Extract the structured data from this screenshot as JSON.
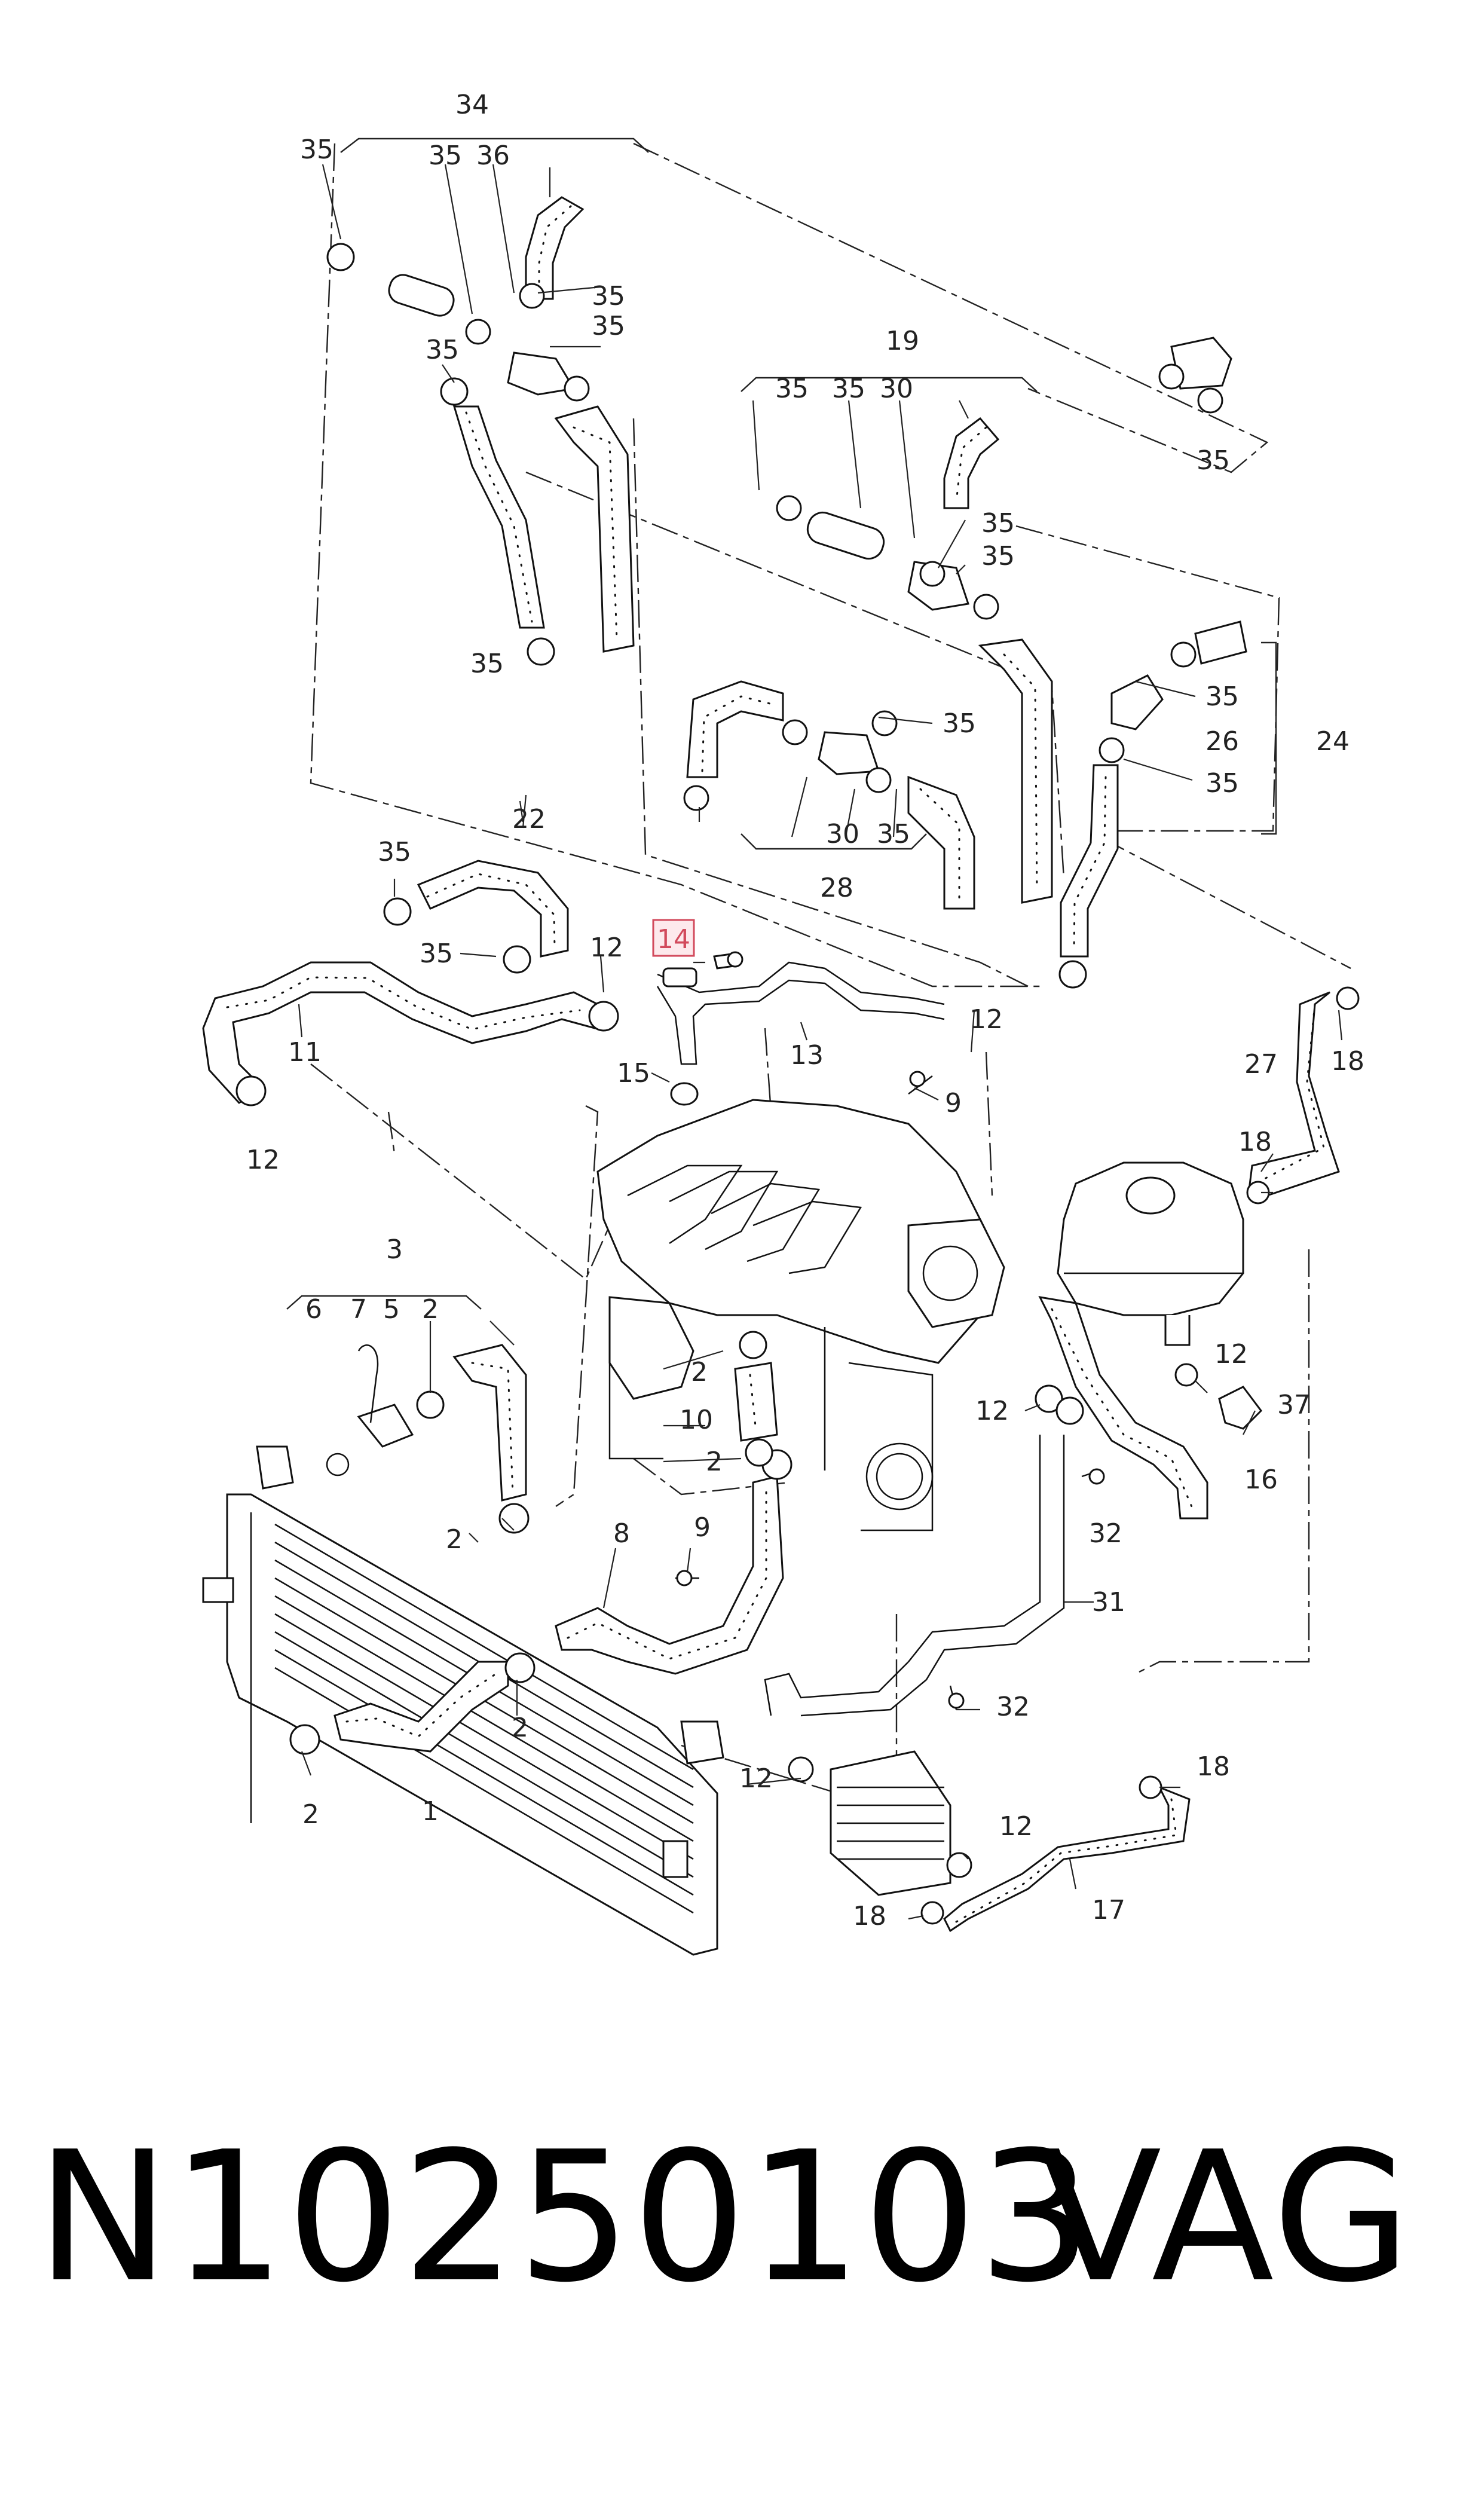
{
  "diagram": {
    "callouts": [
      "34",
      "35",
      "35",
      "36",
      "35",
      "35",
      "35",
      "35",
      "19",
      "35",
      "35",
      "30",
      "35",
      "35",
      "35",
      "35",
      "24",
      "26",
      "35",
      "35",
      "30",
      "35",
      "28",
      "22",
      "35",
      "35",
      "12",
      "14",
      "11",
      "13",
      "12",
      "15",
      "9",
      "12",
      "27",
      "18",
      "18",
      "3",
      "6",
      "7",
      "5",
      "2",
      "2",
      "2",
      "10",
      "2",
      "12",
      "37",
      "12",
      "16",
      "32",
      "8",
      "9",
      "2",
      "31",
      "32",
      "1",
      "2",
      "12",
      "18",
      "12",
      "17",
      "18"
    ],
    "highlighted_part": "14"
  },
  "caption": {
    "part_number": "N10250103",
    "brand": "VAG"
  },
  "colors": {
    "line": "#111111",
    "highlight_border": "#d24a5c",
    "highlight_fill": "#fde9ec",
    "background": "#ffffff"
  }
}
